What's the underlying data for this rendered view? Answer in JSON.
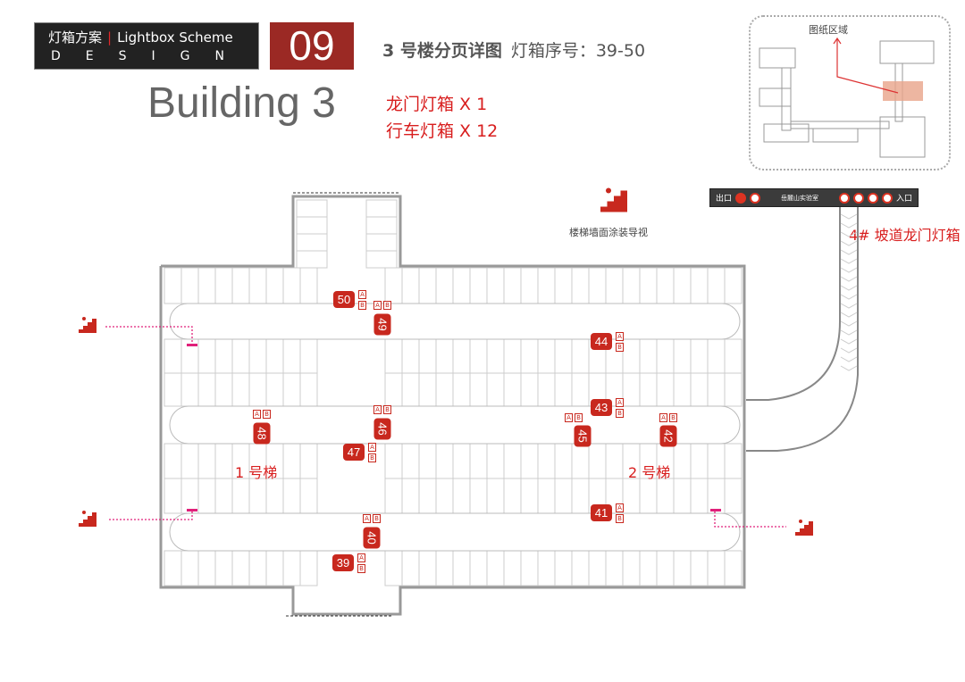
{
  "header": {
    "cn_label": "灯箱方案",
    "separator": "|",
    "en_label": "Lightbox Scheme",
    "design": "DESIGN",
    "page_number": "09"
  },
  "subtitle": {
    "bold": "3 号楼分页详图",
    "rest": "灯箱序号：39-50"
  },
  "title": "Building 3",
  "counts": {
    "gate": "龙门灯箱 X 1",
    "driving": "行车灯箱 X 12"
  },
  "minimap": {
    "label": "图纸区域"
  },
  "sign": {
    "exit": "出口",
    "venue": "岳麓山实验室",
    "entrance": "入口"
  },
  "ramp_label": "4# 坡道龙门灯箱",
  "stair_label": "楼梯墙面涂装导视",
  "elevators": [
    "1 号梯",
    "2 号梯"
  ],
  "lightboxes": [
    "50",
    "49",
    "44",
    "43",
    "48",
    "46",
    "45",
    "42",
    "47",
    "41",
    "40",
    "39"
  ],
  "ab": [
    "A",
    "B"
  ],
  "colors": {
    "accent": "#d81e1e",
    "badge": "#c8281e",
    "header_bg": "#222222",
    "number_bg": "#9b2924"
  }
}
